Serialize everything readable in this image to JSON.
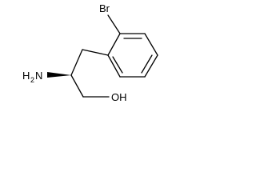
{
  "molecule": {
    "atoms": {
      "bromine": "Br",
      "amino": {
        "element": "H",
        "subscript": "2",
        "suffix": "N"
      },
      "hydroxyl": "OH"
    },
    "stereocenter": "wedge",
    "colors": {
      "bond": "#000000",
      "label": "#000000",
      "background": "#ffffff"
    }
  }
}
